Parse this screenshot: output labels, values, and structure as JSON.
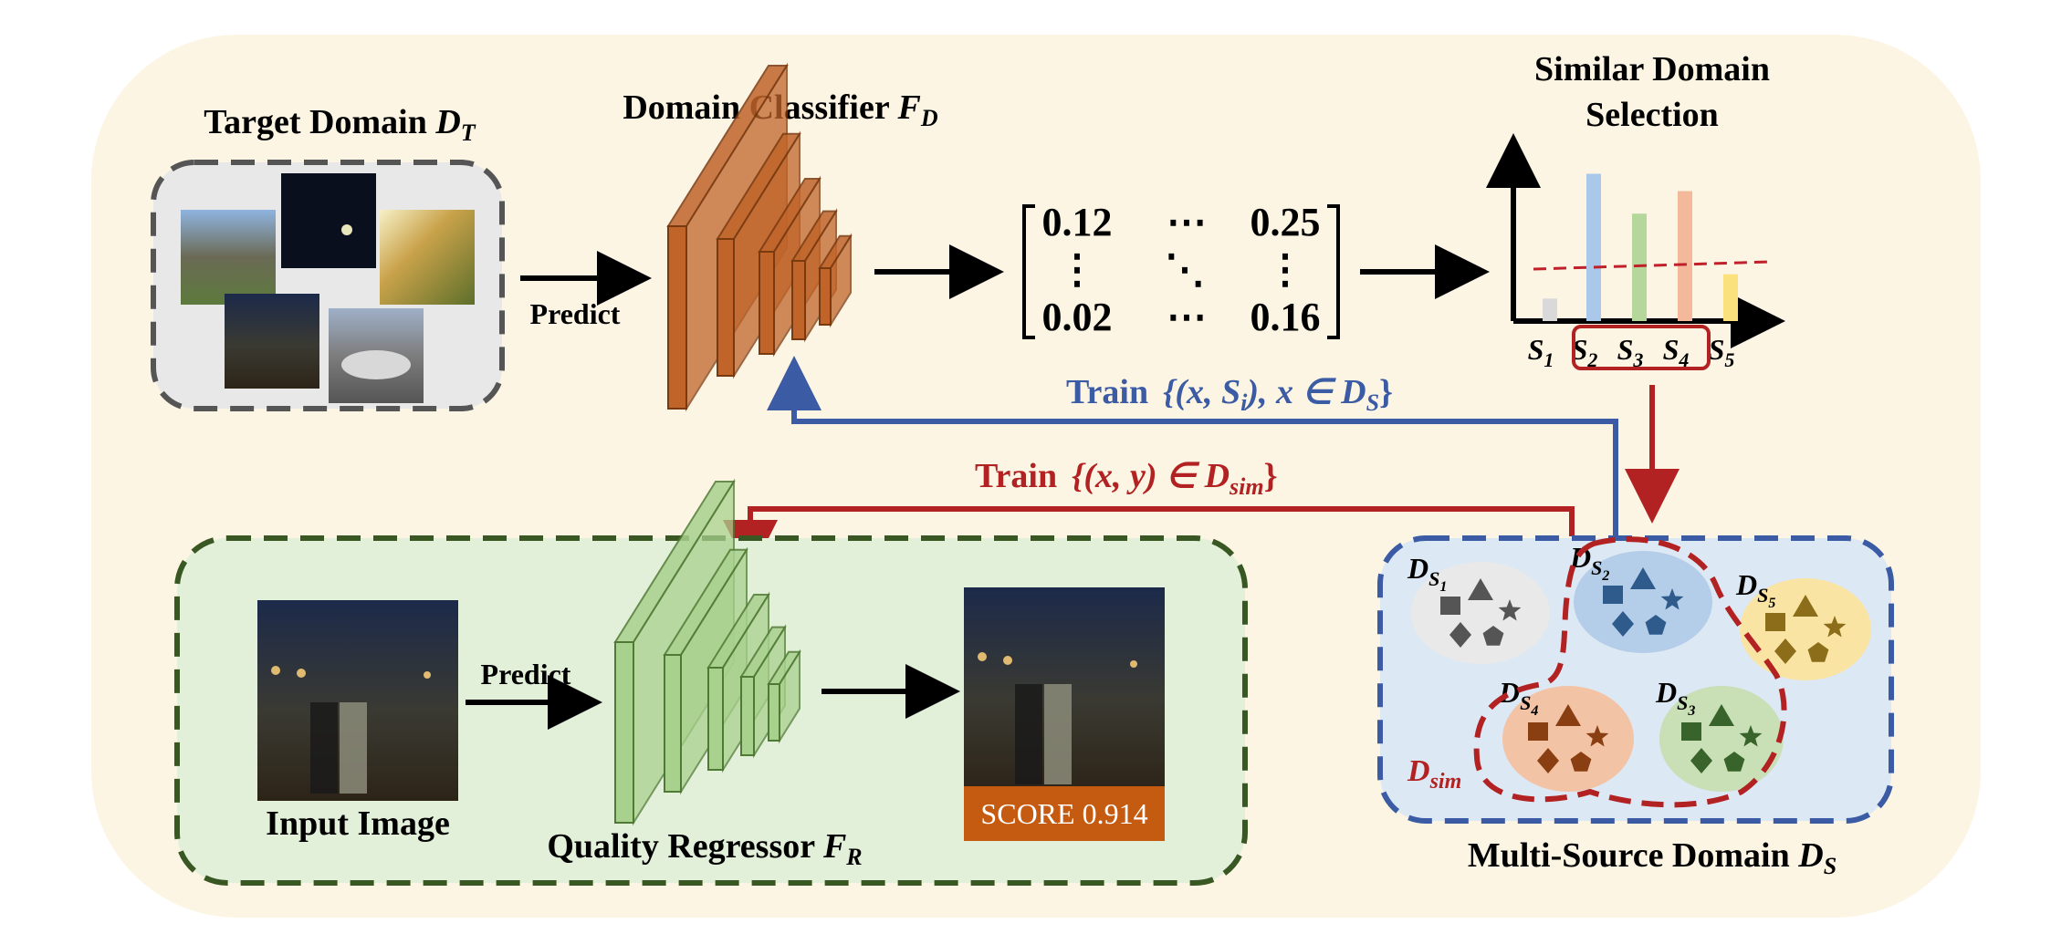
{
  "labels": {
    "target_domain": "Target Domain ",
    "target_domain_sym": "D",
    "target_domain_sub": "T",
    "predict_top": "Predict",
    "domain_classifier": "Domain Classifier ",
    "domain_classifier_sym": "F",
    "domain_classifier_sub": "D",
    "similar_selection_line1": "Similar Domain",
    "similar_selection_line2": "Selection",
    "train_blue": "Train",
    "train_blue_set": "{(x, S",
    "train_blue_set_sub": "i",
    "train_blue_set_end": "), x ∈ D",
    "train_blue_set_end_sub": "S",
    "train_blue_close": "}",
    "train_red": "Train",
    "train_red_set": "{(x, y) ∈ D",
    "train_red_set_sub": "sim",
    "train_red_close": "}",
    "input_image": "Input Image",
    "predict_bottom": "Predict",
    "quality_regressor": "Quality Regressor ",
    "quality_regressor_sym": "F",
    "quality_regressor_sub": "R",
    "score": "SCORE 0.914",
    "multi_source": "Multi-Source Domain ",
    "multi_source_sym": "D",
    "multi_source_sub": "S",
    "d_sim": "D",
    "d_sim_sub": "sim"
  },
  "matrix": {
    "top_left": "0.12",
    "top_mid": "⋯",
    "top_right": "0.25",
    "mid_left": "⋮",
    "mid_mid": "⋱",
    "mid_right": "⋮",
    "bot_left": "0.02",
    "bot_mid": "⋯",
    "bot_right": "0.16"
  },
  "selection_chart": {
    "categories": [
      {
        "sym": "S",
        "sub": "1"
      },
      {
        "sym": "S",
        "sub": "2"
      },
      {
        "sym": "S",
        "sub": "3"
      },
      {
        "sym": "S",
        "sub": "4"
      },
      {
        "sym": "S",
        "sub": "5"
      }
    ],
    "values": [
      0.13,
      0.85,
      0.62,
      0.75,
      0.27
    ],
    "bar_colors": [
      "#d9d9d9",
      "#a9c8ea",
      "#b5d79c",
      "#f4b99a",
      "#fbe17e"
    ],
    "threshold": 0.3,
    "selected": [
      "S2",
      "S3",
      "S4"
    ]
  },
  "source_domains": [
    {
      "sym": "D",
      "sub": "S",
      "subsub": "1",
      "color": "#e9e9e9",
      "shape_color": "#555555"
    },
    {
      "sym": "D",
      "sub": "S",
      "subsub": "2",
      "color": "#b4cde8",
      "shape_color": "#2e5a8c"
    },
    {
      "sym": "D",
      "sub": "S",
      "subsub": "5",
      "color": "#f9e4a3",
      "shape_color": "#8c6d1a"
    },
    {
      "sym": "D",
      "sub": "S",
      "subsub": "4",
      "color": "#f3c3a6",
      "shape_color": "#8a3f12"
    },
    {
      "sym": "D",
      "sub": "S",
      "subsub": "3",
      "color": "#c9dfb5",
      "shape_color": "#38632a"
    }
  ],
  "colors": {
    "background": "#fdf5e4",
    "classifier": "#c0642a",
    "regressor": "#a9d18e",
    "blue_arrow": "#3b5ba5",
    "red_arrow": "#b22222",
    "green_box": "#e2efd9",
    "green_border": "#385723",
    "gray_box": "#e8e8e8",
    "blue_box": "#dde8f5",
    "score_bg": "#c55a11"
  }
}
